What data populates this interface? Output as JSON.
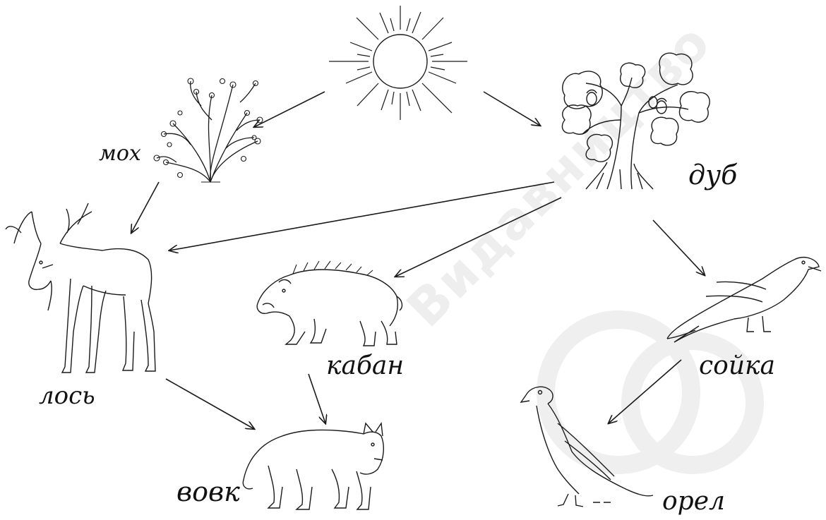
{
  "labels": {
    "moss": "мох",
    "oak": "дуб",
    "moose": "лось",
    "boar": "кабан",
    "jay": "сойка",
    "wolf": "вовк",
    "eagle": "орел"
  },
  "watermark": "Видавництво",
  "icons": [
    "sun-icon",
    "moss-icon",
    "oak-tree-icon",
    "moose-icon",
    "boar-icon",
    "jay-bird-icon",
    "wolf-icon",
    "eagle-icon"
  ],
  "colors": {
    "line": "#1a1a1a",
    "watermark": "#eeeeee",
    "background": "#ffffff"
  }
}
